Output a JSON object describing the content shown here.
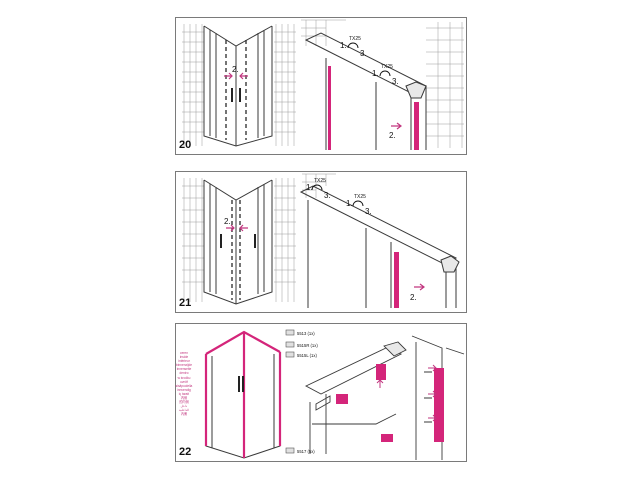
{
  "steps": [
    {
      "number": "20",
      "labels": {
        "left_action": "2.",
        "right_turn_1": "1.",
        "right_turn_2": "3.",
        "tool_1": "TX25",
        "right_turn_3": "1.",
        "right_turn_4": "3.",
        "tool_2": "TX25",
        "right_action": "2."
      }
    },
    {
      "number": "21",
      "labels": {
        "left_action": "2.",
        "right_turn_1": "1.",
        "right_turn_2": "3.",
        "tool_1": "TX25",
        "right_turn_3": "1.",
        "right_turn_4": "3.",
        "tool_2": "TX25",
        "right_action": "2."
      }
    },
    {
      "number": "22",
      "parts": [
        "5513 (1x)",
        "5515R (1x)",
        "5515L (1x)",
        "5517 (5x)"
      ],
      "sidebar_lines": [
        "ceren",
        "inside",
        "intérieur",
        "binnenzijde",
        "innenseite",
        "dentro",
        "w środku",
        "uvnitř",
        "sisäpuolella",
        "innvendig",
        "iç tarafı",
        "内侧",
        "的内侧",
        "داخل",
        "الداخلية",
        "內側"
      ]
    }
  ],
  "colors": {
    "highlight": "#d4257a",
    "line": "#3a3a3a",
    "tile": "#9a9a9a"
  }
}
